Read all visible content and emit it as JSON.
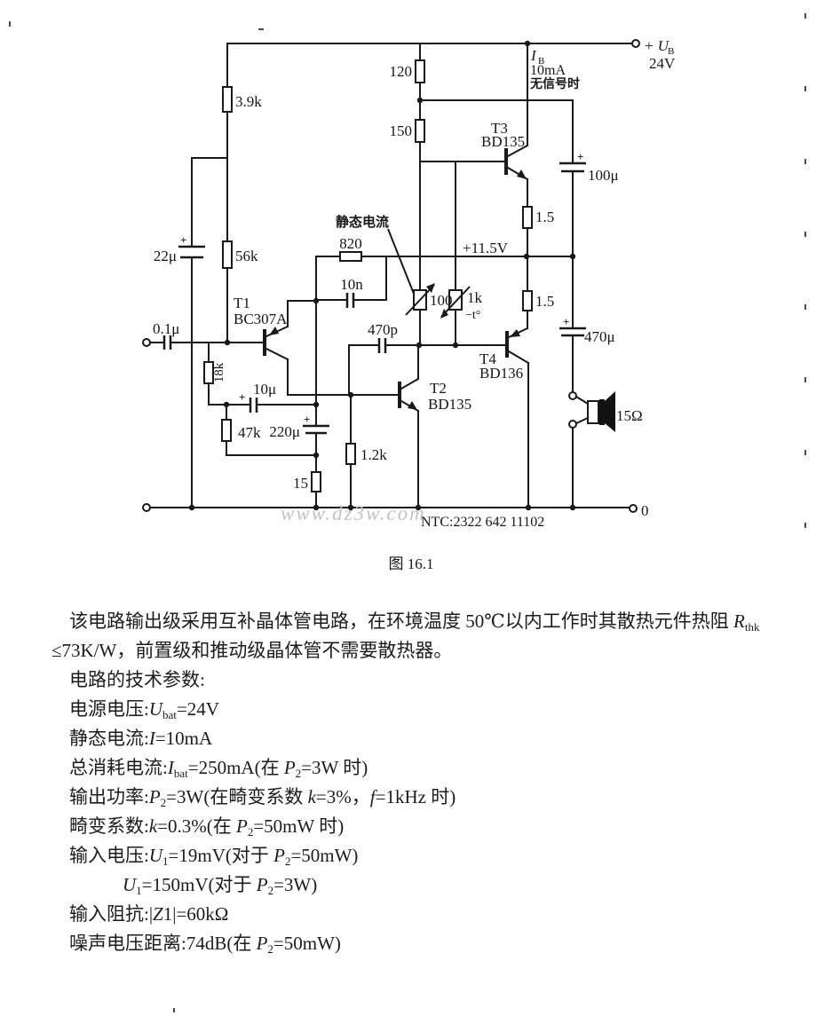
{
  "page": {
    "caption": "图 16.1",
    "watermark": "www.dz3w.com"
  },
  "schematic": {
    "power_label": {
      "plus_u": "+ U",
      "sub": "B",
      "voltage": "24V"
    },
    "current_label": {
      "i": "I",
      "sub": "B",
      "value": "10mA",
      "note": "无信号时"
    },
    "quiescent_label": "静态电流",
    "midpoint_voltage": "+11.5V",
    "ground_label": "0",
    "ntc_code": "NTC:2322 642 11102",
    "plus": "+",
    "components": {
      "r_39k": "3.9k",
      "r_56k": "56k",
      "r_18k": "18k",
      "r_47k": "47k",
      "r_15": "15",
      "r_820": "820",
      "r_1k2": "1.2k",
      "r_120": "120",
      "r_150": "150",
      "r_1_5a": "1.5",
      "r_1_5b": "1.5",
      "pot_100": "100",
      "ntc_1k": "1k",
      "ntc_temp": "−t°",
      "c_0_1u": "0.1μ",
      "c_22u": "22μ",
      "c_10u": "10μ",
      "c_220u": "220μ",
      "c_10n": "10n",
      "c_470p": "470p",
      "c_100u": "100μ",
      "c_470u": "470μ",
      "t1": "T1",
      "t1_type": "BC307A",
      "t2": "T2",
      "t2_type": "BD135",
      "t3": "T3",
      "t3_type": "BD135",
      "t4": "T4",
      "t4_type": "BD136",
      "speaker": "15Ω"
    }
  },
  "body": {
    "lines": [
      {
        "parts": [
          {
            "t": "该电路输出级采用互补晶体管电路，在环境温度 50℃以内工作时其散热元件热阻 "
          },
          {
            "t": "R",
            "var": true
          },
          {
            "t": "thk",
            "sub": true
          }
        ]
      },
      {
        "parts": [
          {
            "t": "≤73K/W，前置级和推动级晶体管不需要散热器。"
          }
        ]
      },
      {
        "parts": [
          {
            "t": "电路的技术参数:"
          }
        ]
      },
      {
        "parts": [
          {
            "t": "电源电压:"
          },
          {
            "t": "U",
            "var": true
          },
          {
            "t": "bat",
            "sub": true
          },
          {
            "t": "=24V"
          }
        ]
      },
      {
        "parts": [
          {
            "t": "静态电流:"
          },
          {
            "t": "I",
            "var": true
          },
          {
            "t": "=10mA"
          }
        ]
      },
      {
        "parts": [
          {
            "t": "总消耗电流:"
          },
          {
            "t": "I",
            "var": true
          },
          {
            "t": "bat",
            "sub": true
          },
          {
            "t": "=250mA(在 "
          },
          {
            "t": "P",
            "var": true
          },
          {
            "t": "2",
            "sub": true
          },
          {
            "t": "=3W 时)"
          }
        ]
      },
      {
        "parts": [
          {
            "t": "输出功率:"
          },
          {
            "t": "P",
            "var": true
          },
          {
            "t": "2",
            "sub": true
          },
          {
            "t": "=3W(在畸变系数 "
          },
          {
            "t": "k",
            "var": true
          },
          {
            "t": "=3%，"
          },
          {
            "t": "f",
            "var": true
          },
          {
            "t": "=1kHz 时)"
          }
        ]
      },
      {
        "parts": [
          {
            "t": "畸变系数:"
          },
          {
            "t": "k",
            "var": true
          },
          {
            "t": "=0.3%(在 "
          },
          {
            "t": "P",
            "var": true
          },
          {
            "t": "2",
            "sub": true
          },
          {
            "t": "=50mW 时)"
          }
        ]
      },
      {
        "parts": [
          {
            "t": "输入电压:"
          },
          {
            "t": "U",
            "var": true
          },
          {
            "t": "1",
            "sub": true
          },
          {
            "t": "=19mV(对于 "
          },
          {
            "t": "P",
            "var": true
          },
          {
            "t": "2",
            "sub": true
          },
          {
            "t": "=50mW)"
          }
        ]
      },
      {
        "parts": [
          {
            "t": "U",
            "var": true
          },
          {
            "t": "1",
            "sub": true
          },
          {
            "t": "=150mV(对于 "
          },
          {
            "t": "P",
            "var": true
          },
          {
            "t": "2",
            "sub": true
          },
          {
            "t": "=3W)"
          }
        ]
      },
      {
        "parts": [
          {
            "t": "输入阻抗:|"
          },
          {
            "t": "Z",
            "var": true
          },
          {
            "t": "1|=60kΩ"
          }
        ]
      },
      {
        "parts": [
          {
            "t": "噪声电压距离:74dB(在 "
          },
          {
            "t": "P",
            "var": true
          },
          {
            "t": "2",
            "sub": true
          },
          {
            "t": "=50mW)"
          }
        ]
      }
    ]
  }
}
